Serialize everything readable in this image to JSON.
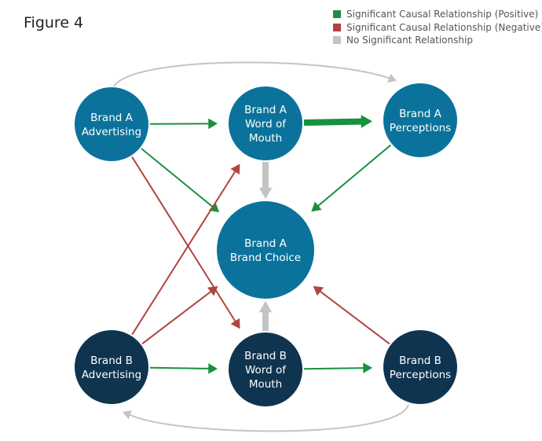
{
  "figure_title": "Figure 4",
  "legend": [
    {
      "label": "Significant Causal Relationship (Positive)",
      "color": "#17913f"
    },
    {
      "label": "Significant Causal Relationship (Negative)",
      "color": "#b0443f"
    },
    {
      "label": "No Significant Relationship",
      "color": "#c4c4c4"
    }
  ],
  "colors": {
    "brand_a": "#0b739b",
    "brand_b": "#0e3450",
    "positive": "#17913f",
    "negative": "#b0443f",
    "none": "#c4c4c4"
  },
  "nodes": [
    {
      "id": "a_adv",
      "lines": [
        "Brand A",
        "Advertising"
      ],
      "brand": "a"
    },
    {
      "id": "a_wom",
      "lines": [
        "Brand A",
        "Word of",
        "Mouth"
      ],
      "brand": "a"
    },
    {
      "id": "a_perc",
      "lines": [
        "Brand A",
        "Perceptions"
      ],
      "brand": "a"
    },
    {
      "id": "choice",
      "lines": [
        "Brand A",
        "Brand Choice"
      ],
      "brand": "a"
    },
    {
      "id": "b_adv",
      "lines": [
        "Brand B",
        "Advertising"
      ],
      "brand": "b"
    },
    {
      "id": "b_wom",
      "lines": [
        "Brand B",
        "Word of",
        "Mouth"
      ],
      "brand": "b"
    },
    {
      "id": "b_perc",
      "lines": [
        "Brand B",
        "Perceptions"
      ],
      "brand": "b"
    }
  ],
  "edges": [
    {
      "from": "a_adv",
      "to": "a_wom",
      "type": "positive"
    },
    {
      "from": "a_wom",
      "to": "a_perc",
      "type": "positive",
      "strong": true
    },
    {
      "from": "a_adv",
      "to": "choice",
      "type": "positive"
    },
    {
      "from": "a_perc",
      "to": "choice",
      "type": "positive"
    },
    {
      "from": "a_wom",
      "to": "choice",
      "type": "none"
    },
    {
      "from": "a_adv",
      "to": "b_wom",
      "type": "negative"
    },
    {
      "from": "b_adv",
      "to": "a_wom",
      "type": "negative"
    },
    {
      "from": "b_adv",
      "to": "choice",
      "type": "negative"
    },
    {
      "from": "b_perc",
      "to": "choice",
      "type": "negative"
    },
    {
      "from": "b_wom",
      "to": "choice",
      "type": "none"
    },
    {
      "from": "b_adv",
      "to": "b_wom",
      "type": "positive"
    },
    {
      "from": "b_wom",
      "to": "b_perc",
      "type": "positive"
    },
    {
      "from": "a_adv",
      "to": "a_perc",
      "type": "none",
      "curved": true
    },
    {
      "from": "b_perc",
      "to": "b_adv",
      "type": "none",
      "curved": true
    }
  ]
}
